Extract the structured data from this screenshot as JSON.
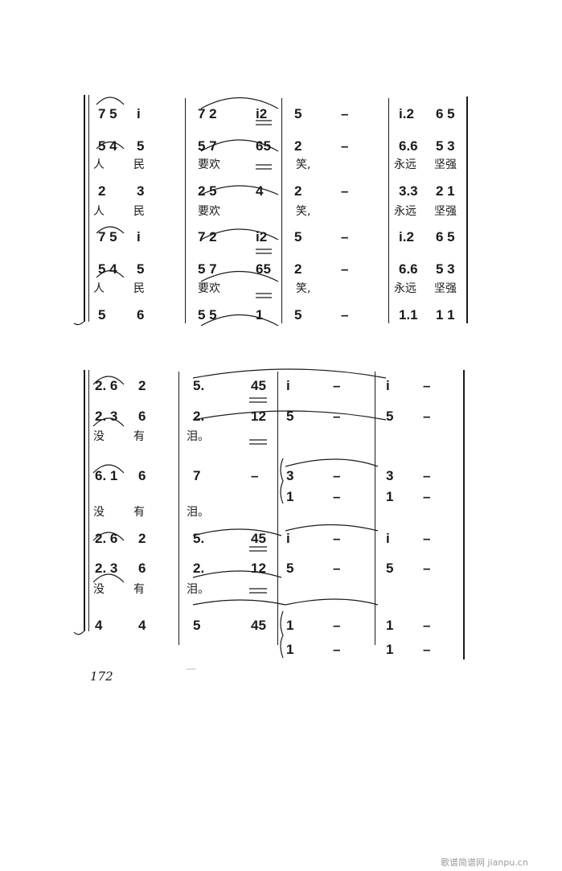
{
  "systems": [
    {
      "rows": [
        {
          "type": "notes",
          "cells": [
            "7 5",
            "i",
            "7 2",
            "i2",
            "5",
            "–",
            "i.2",
            "6 5"
          ]
        },
        {
          "type": "notes",
          "cells": [
            "5 4",
            "5",
            "5 7",
            "65",
            "2",
            "–",
            "6.6",
            "5 3"
          ]
        },
        {
          "type": "lyrics",
          "cells": [
            "人",
            "民",
            "要欢",
            "笑,",
            "永远",
            "坚强"
          ]
        },
        {
          "type": "notes",
          "cells": [
            "2",
            "3",
            "2 5",
            "4",
            "2",
            "–",
            "3.3",
            "2 1"
          ]
        },
        {
          "type": "lyrics",
          "cells": [
            "人",
            "民",
            "要欢",
            "笑,",
            "永远",
            "坚强"
          ]
        },
        {
          "type": "notes",
          "cells": [
            "7 5",
            "i",
            "7 2",
            "i2",
            "5",
            "–",
            "i.2",
            "6 5"
          ]
        },
        {
          "type": "notes",
          "cells": [
            "5 4",
            "5",
            "5 7",
            "65",
            "2",
            "–",
            "6.6",
            "5 3"
          ]
        },
        {
          "type": "lyrics",
          "cells": [
            "人",
            "民",
            "要欢",
            "笑,",
            "永远",
            "坚强"
          ]
        },
        {
          "type": "notes",
          "cells": [
            "5",
            "6",
            "5 5",
            "1",
            "5",
            "–",
            "1.1",
            "1 1"
          ]
        }
      ]
    },
    {
      "rows": [
        {
          "type": "notes",
          "cells": [
            "2. 6",
            "2",
            "5.",
            "45",
            "i",
            "–",
            "i",
            "–"
          ]
        },
        {
          "type": "notes",
          "cells": [
            "2. 3",
            "6",
            "2.",
            "12",
            "5",
            "–",
            "5",
            "–"
          ]
        },
        {
          "type": "lyrics",
          "cells": [
            "没",
            "有",
            "泪。"
          ]
        },
        {
          "type": "notes",
          "cells": [
            "6. 1",
            "6",
            "7",
            "–",
            "3",
            "–",
            "3",
            "–"
          ]
        },
        {
          "type": "notes",
          "cells": [
            "1",
            "–",
            "1",
            "–"
          ]
        },
        {
          "type": "lyrics",
          "cells": [
            "没",
            "有",
            "泪。"
          ]
        },
        {
          "type": "notes",
          "cells": [
            "2. 6",
            "2",
            "5.",
            "45",
            "i",
            "–",
            "i",
            "–"
          ]
        },
        {
          "type": "notes",
          "cells": [
            "2. 3",
            "6",
            "2.",
            "12",
            "5",
            "–",
            "5",
            "–"
          ]
        },
        {
          "type": "lyrics",
          "cells": [
            "没",
            "有",
            "泪。"
          ]
        },
        {
          "type": "notes",
          "cells": [
            "4",
            "4",
            "5",
            "45",
            "1",
            "–",
            "1",
            "–"
          ]
        },
        {
          "type": "notes",
          "cells": [
            "1",
            "–",
            "1",
            "–"
          ]
        }
      ]
    }
  ],
  "page_number": "172",
  "watermark": "歌谱简谱网 jianpu.cn"
}
